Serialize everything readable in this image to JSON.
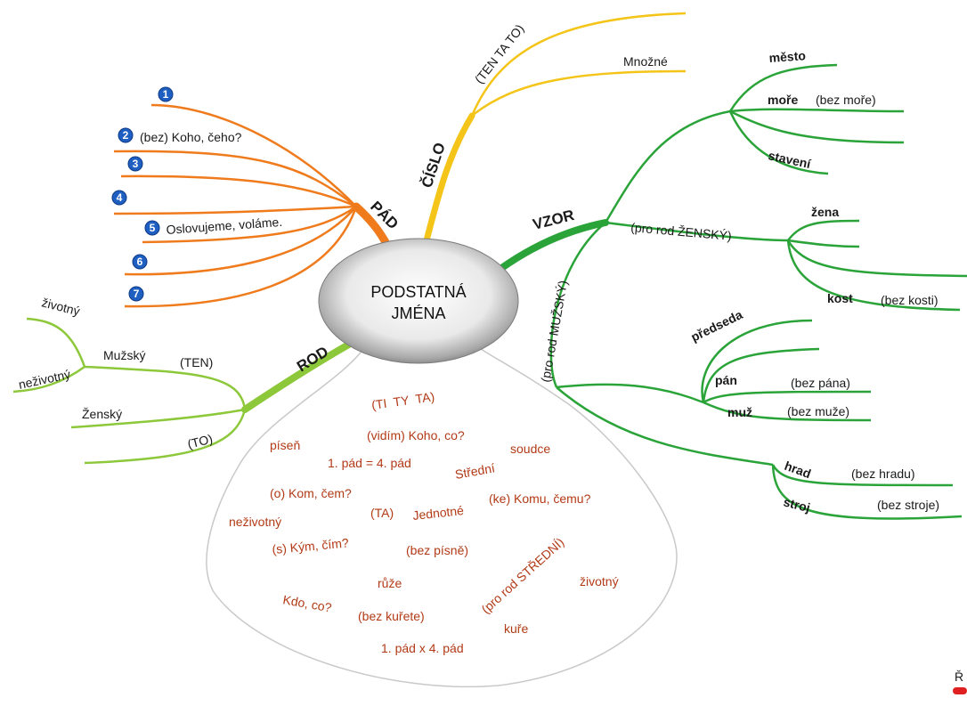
{
  "center": {
    "line1": "PODSTATNÁ",
    "line2": "JMÉNA"
  },
  "colors": {
    "pad": "#ef7b1d",
    "cislo": "#f4c518",
    "vzor": "#2aa339",
    "rod": "#8cc83a",
    "ex": "#b23a16",
    "num": "#1f5fc1"
  },
  "pad": {
    "title": "PÁD",
    "items": [
      {
        "num": "1",
        "text": ""
      },
      {
        "num": "2",
        "text": "(bez) Koho, čeho?"
      },
      {
        "num": "3",
        "text": ""
      },
      {
        "num": "4",
        "text": ""
      },
      {
        "num": "5",
        "text": "Oslovujeme, voláme."
      },
      {
        "num": "6",
        "text": ""
      },
      {
        "num": "7",
        "text": ""
      }
    ]
  },
  "cislo": {
    "title": "ČÍSLO",
    "ten_ta_to": "(TEN TA TO)",
    "mnozne": "Množné"
  },
  "vzor": {
    "title": "VZOR",
    "mesto": "město",
    "more": "moře",
    "more_note": "(bez moře)",
    "staveni": "stavení",
    "zensky": "(pro rod ŽENSKÝ)",
    "zena": "žena",
    "kost": "kost",
    "kost_note": "(bez kosti)",
    "muzsky": "(pro rod MUŽSKÝ)",
    "predseda": "předseda",
    "pan": "pán",
    "pan_note": "(bez pána)",
    "muz": "muž",
    "muz_note": "(bez muže)",
    "hrad": "hrad",
    "hrad_note": "(bez hradu)",
    "stroj": "stroj",
    "stroj_note": "(bez stroje)"
  },
  "rod": {
    "title": "ROD",
    "muzsky": "Mužský",
    "ten": "(TEN)",
    "zivotny": "životný",
    "nezivotny": "neživotný",
    "zensky": "Ženský",
    "to": "(TO)"
  },
  "pool": [
    "(TI  TY  TA)",
    "(vidím) Koho, co?",
    "píseň",
    "soudce",
    "1. pád = 4. pád",
    "Střední",
    "(o) Kom, čem?",
    "(ke) Komu, čemu?",
    "(TA)",
    "Jednotné",
    "neživotný",
    "(s) Kým, čím?",
    "(bez písně)",
    "(pro rod STŘEDNÍ)",
    "životný",
    "růže",
    "Kdo, co?",
    "(bez kuřete)",
    "kuře",
    "1. pád x 4. pád"
  ],
  "corner": {
    "text": "Ř"
  }
}
